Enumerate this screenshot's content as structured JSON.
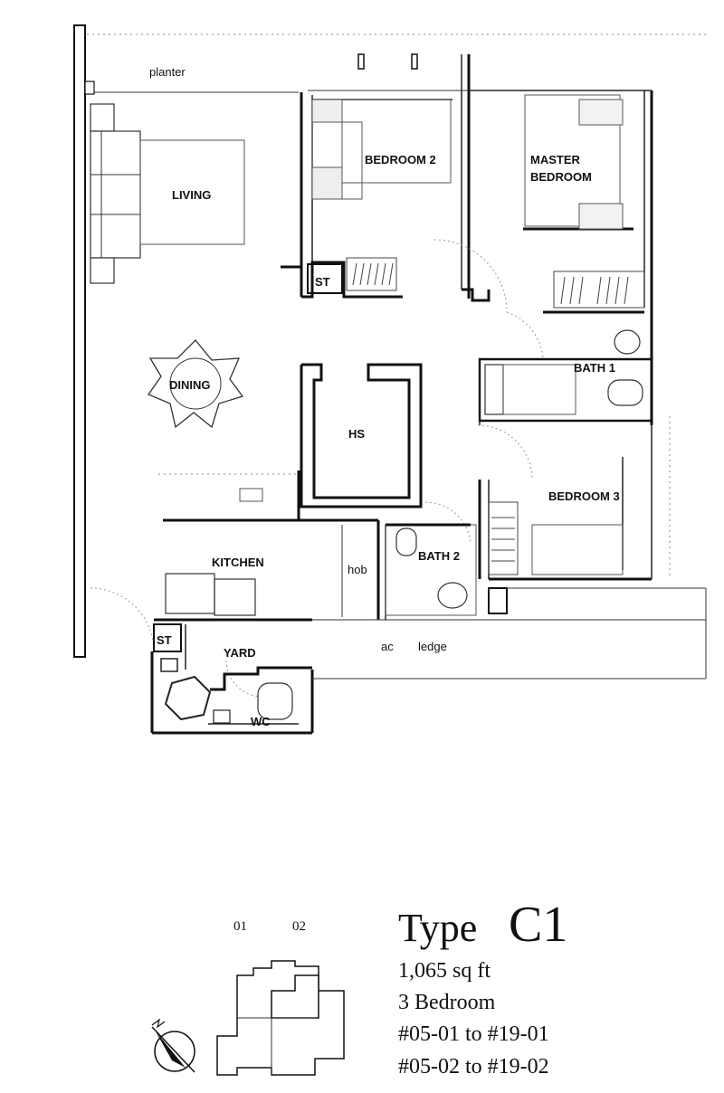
{
  "rooms": {
    "planter": "planter",
    "living": "LIVING",
    "dining": "DINING",
    "bedroom2": "BEDROOM 2",
    "master_line1": "MASTER",
    "master_line2": "BEDROOM",
    "store1": "ST",
    "bath1": "BATH 1",
    "household_shelter": "HS",
    "bedroom3": "BEDROOM 3",
    "kitchen": "KITCHEN",
    "hob": "hob",
    "bath2": "BATH 2",
    "store2": "ST",
    "yard": "YARD",
    "wc": "WC",
    "ac_ledge_1": "ac",
    "ac_ledge_2": "ledge"
  },
  "key_plan": {
    "unit_01": "01",
    "unit_02": "02"
  },
  "unit_info": {
    "type_word": "Type",
    "type_code": "C1",
    "area": "1,065 sq ft",
    "bedrooms": "3 Bedroom",
    "range_1": "#05-01 to #19-01",
    "range_2": "#05-02 to #19-02"
  }
}
